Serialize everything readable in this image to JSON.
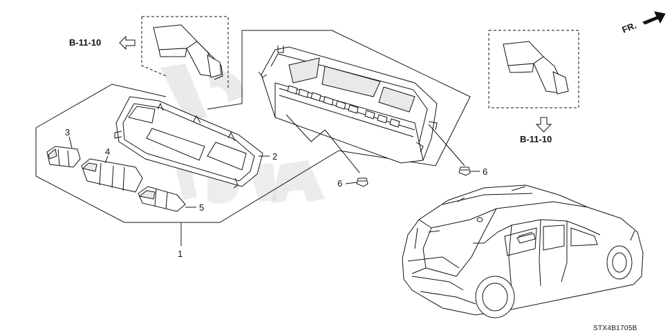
{
  "orientation": {
    "label": "FR."
  },
  "references": {
    "left": "B-11-10",
    "right": "B-11-10"
  },
  "callouts": {
    "c1": "1",
    "c2": "2",
    "c3": "3",
    "c4": "4",
    "c5": "5",
    "c6a": "6",
    "c6b": "6"
  },
  "diagram_code": "STX4B1705B"
}
